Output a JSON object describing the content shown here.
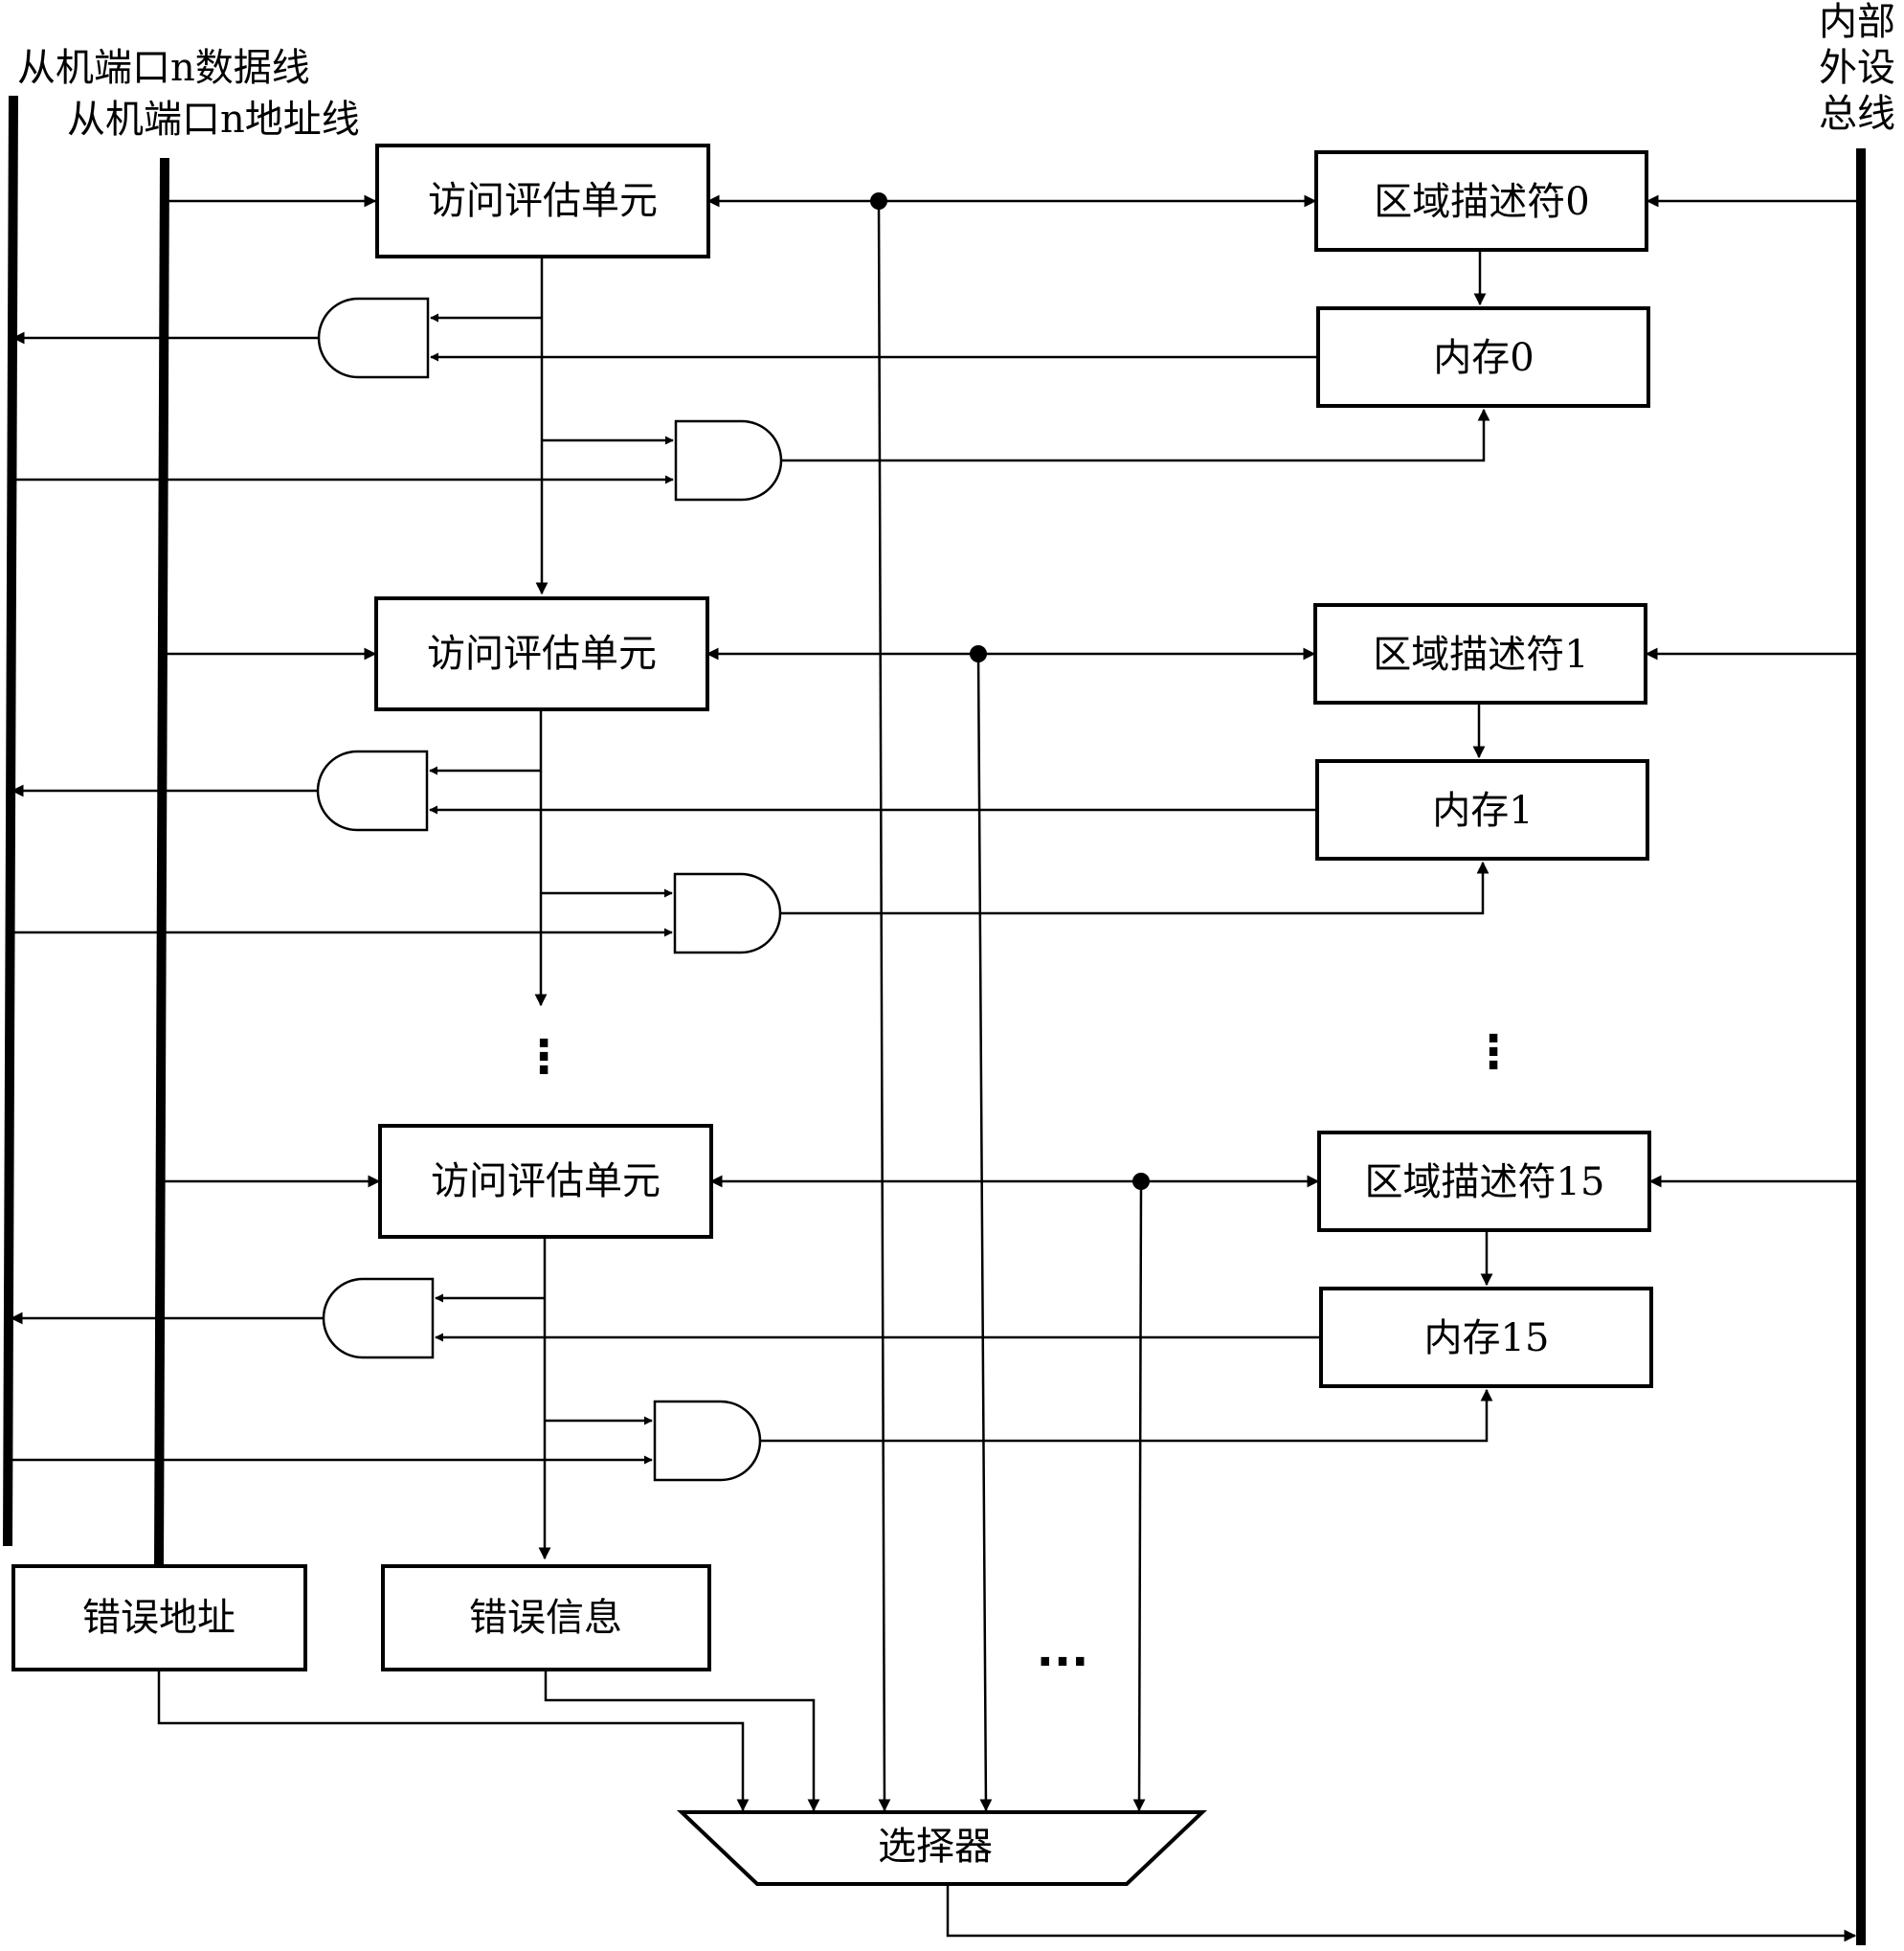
{
  "labels": {
    "data_line": "从机端口n数据线",
    "addr_line": "从机端口n地址线",
    "bus_line1": "内部",
    "bus_line2": "外设",
    "bus_line3": "总线"
  },
  "units": [
    {
      "eval": "访问评估单元",
      "region": "区域描述符0",
      "memory": "内存0"
    },
    {
      "eval": "访问评估单元",
      "region": "区域描述符1",
      "memory": "内存1"
    },
    {
      "eval": "访问评估单元",
      "region": "区域描述符15",
      "memory": "内存15"
    }
  ],
  "error_address": "错误地址",
  "error_info": "错误信息",
  "selector": "选择器",
  "ellipsis_vertical": "⋮",
  "ellipsis_horizontal": "···"
}
